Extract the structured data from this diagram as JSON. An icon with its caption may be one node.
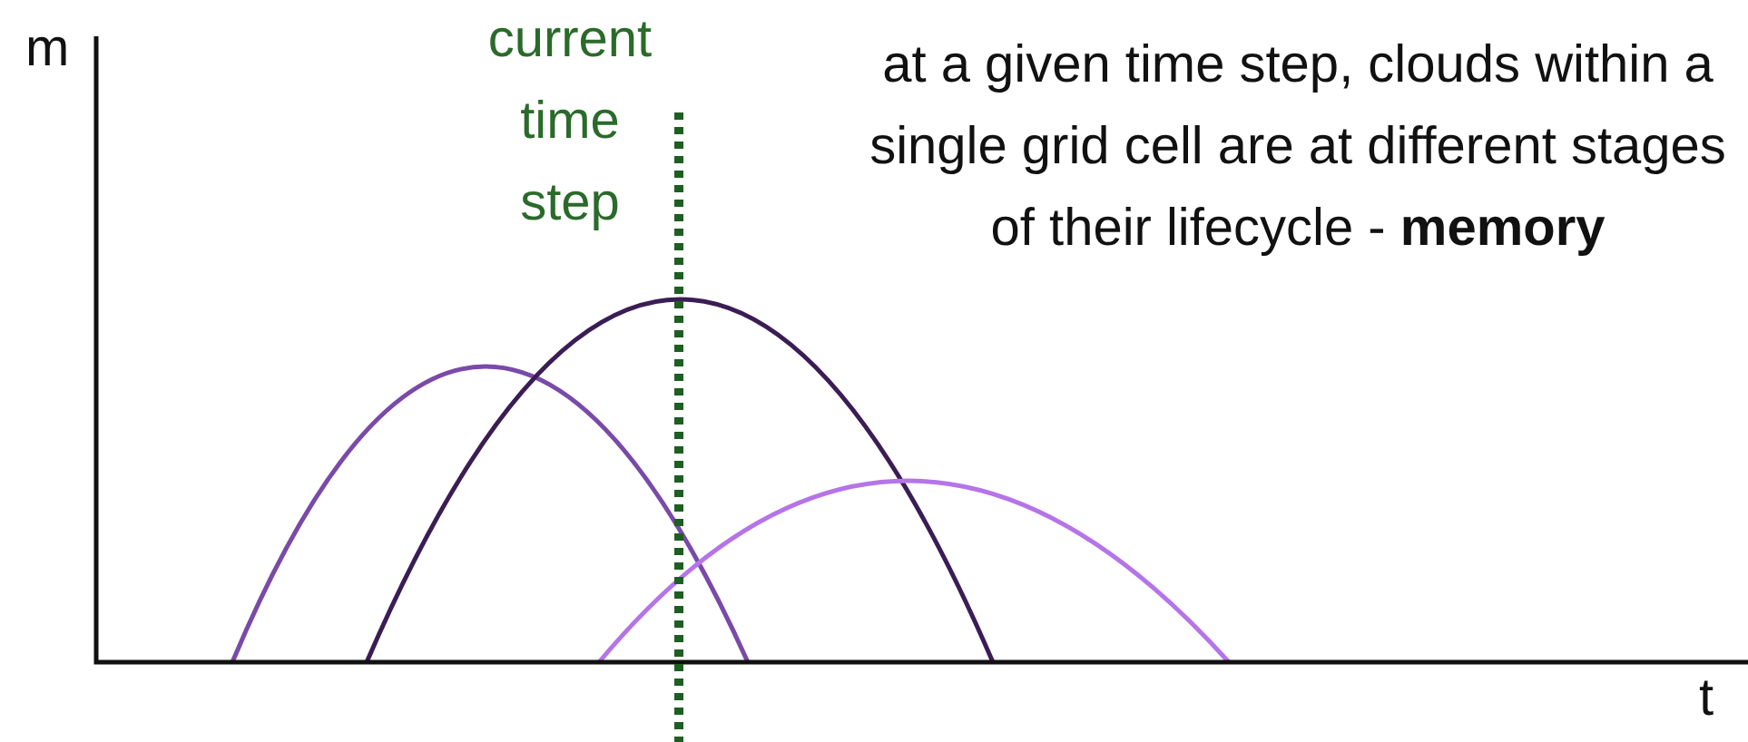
{
  "diagram": {
    "labels": [
      "m",
      "t",
      "current time step",
      "at a given time step, clouds within a single grid cell are at different stages of their lifecycle - **memory**"
    ]
  }
}
